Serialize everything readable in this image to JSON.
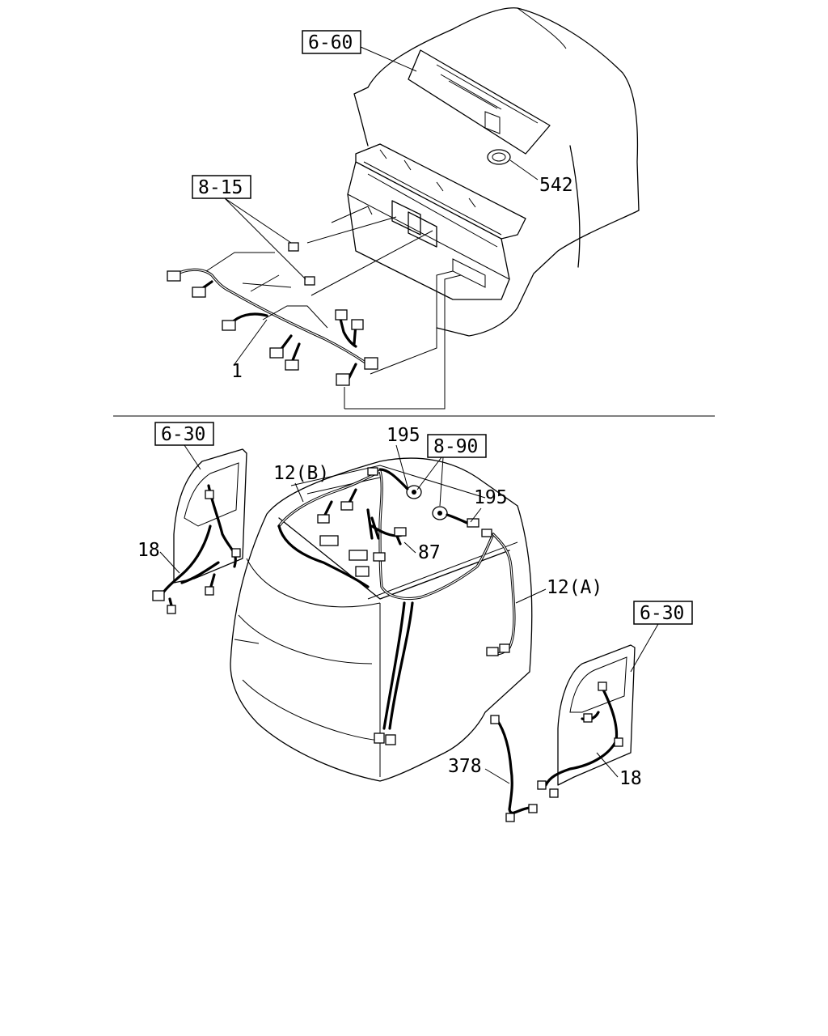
{
  "top_section": {
    "ref_6_60": "6-60",
    "ref_8_15": "8-15",
    "part_542": "542",
    "part_1": "1"
  },
  "bottom_section": {
    "ref_6_30_left": "6-30",
    "ref_6_30_right": "6-30",
    "ref_8_90": "8-90",
    "part_195_top": "195",
    "part_195_right": "195",
    "part_12b": "12(B)",
    "part_12a": "12(A)",
    "part_87": "87",
    "part_18_left": "18",
    "part_18_right": "18",
    "part_378": "378"
  }
}
